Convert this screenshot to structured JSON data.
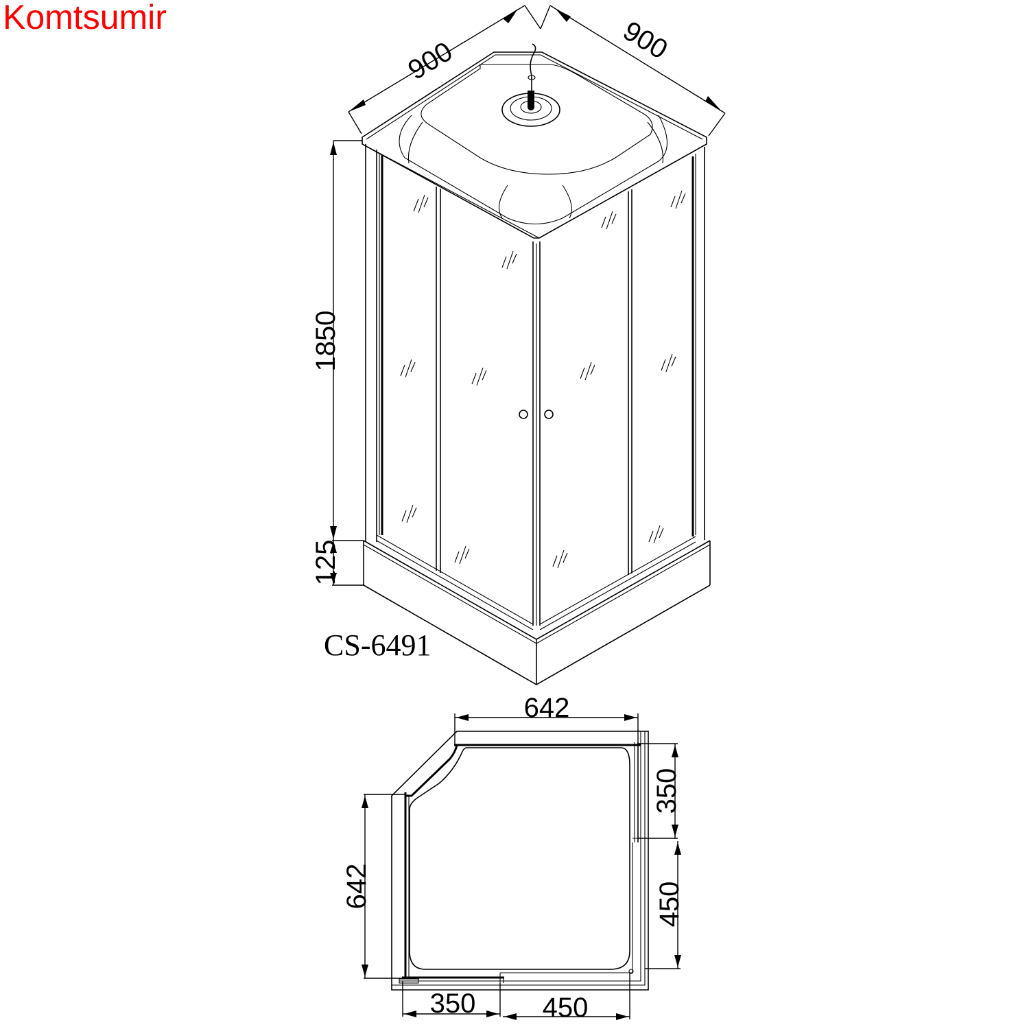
{
  "brand": {
    "name": "Komtsumir",
    "color": "#ff0000"
  },
  "product": {
    "model": "CS-6491"
  },
  "elevation_view": {
    "dimensions": {
      "width_left": "900",
      "width_right": "900",
      "cabin_height": "1850",
      "tray_height": "125"
    },
    "features": [
      "overhead-shower-head",
      "shower-hose",
      "sliding-glass-doors",
      "door-knobs",
      "shower-tray-base",
      "glass-reflection-marks"
    ]
  },
  "plan_view": {
    "dimensions": {
      "top_width": "642",
      "left_height": "642",
      "right_upper": "350",
      "right_lower": "450",
      "bottom_left": "350",
      "bottom_right": "450"
    }
  },
  "colors": {
    "line": "#000000",
    "background": "#ffffff"
  }
}
